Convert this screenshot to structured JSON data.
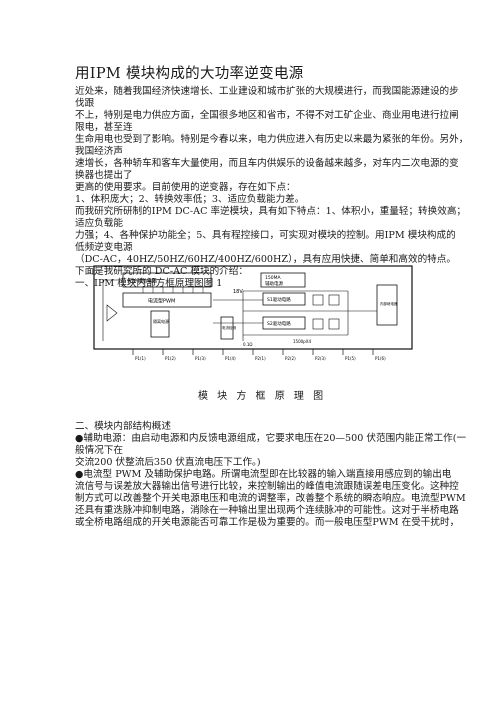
{
  "document": {
    "title": "用IPM 模块构成的大功率逆变电源",
    "intro_lines": [
      "近处来，随着我国经济快速增长、工业建设和城市扩张的大规模进行，而我国能源建设的步",
      "伐跟",
      "不上，特别是电力供应方面，全国很多地区和省市，不得不对工矿企业、商业用电进行拉闸",
      "限电，甚至连",
      "生命用电也受到了影响。特别是今春以来，电力供应进入有历史以来最为紧张的年份。另外，",
      "我国经济声",
      "速增长，各种轿车和客车大量使用，而且车内供娱乐的设备越来越多，对车内二次电源的变",
      "换器也提出了",
      "更高的使用要求。目前使用的逆变器，存在如下点：",
      "1、体积庞大；2、转换效率低；3、适应负载能力差。",
      "而我研究所研制的IPM DC-AC 率逆模块，具有如下特点：1、体积小，重量轻；转换效高；",
      "适应负载能",
      "力强；4、各种保护功能全；5、具有程控接口，可实现对模块的控制。用IPM 模块构成的",
      "低频逆变电源",
      "（DC-AC，40HZ/50HZ/60HZ/400HZ/600HZ），具有应用快捷、简单和高效的特点。",
      "下面是我研究所的  DC-AC 模块的介绍：",
      "一、IPM 模块内部方框原理图图 1"
    ],
    "figure_caption": "模 块 方 框 原 理 图",
    "section_lines": [
      "二、模块内部结构概述",
      "●辅助电源：由启动电源和内反馈电源组成，它要求电压在20—500 伏范围内能正常工作(一",
      "般情况下在",
      "交流200 伏整流后350 伏直流电压下工作。)",
      "●电流型 PWM 及辅助保护电路。所谓电流型即在比较器的输入端直接用感应到的输出电",
      "流信号与误差放大器输出信号进行比较，来控制输出的峰值电流跟随误差电压变化。这种控",
      "制方式可以改善整个开关电源电压和电流的调整率，改善整个系统的瞬态响应。电流型PWM",
      "还具有重迭脉冲抑制电路，消除在一种输出里出现两个连续脉冲的可能性。这对于半桥电路",
      "或全桥电路组成的开关电源能否可靠工作是极为重要的。而一般电压型PWM 在受干扰时，"
    ]
  },
  "diagram": {
    "blocks": {
      "protect": "保护辅助电路",
      "pwm": "电流型PWM",
      "drive_cap": "150MA\n辅助电源",
      "v18": "18V",
      "s1_drive": "S1驱动电路",
      "s2_drive": "S2驱动电路",
      "isolation": "隔离电源",
      "current_detect": "电流检测",
      "internal_relay": "内部继电器",
      "r_label": "0.1Ω",
      "cap_label": "1500pX4"
    },
    "pins": [
      "P1(1)",
      "P1(2)",
      "P1(3)",
      "P1(4)",
      "P2(1)",
      "P2(2)",
      "P2(3)",
      "P1(5)",
      "P1(6)"
    ]
  }
}
